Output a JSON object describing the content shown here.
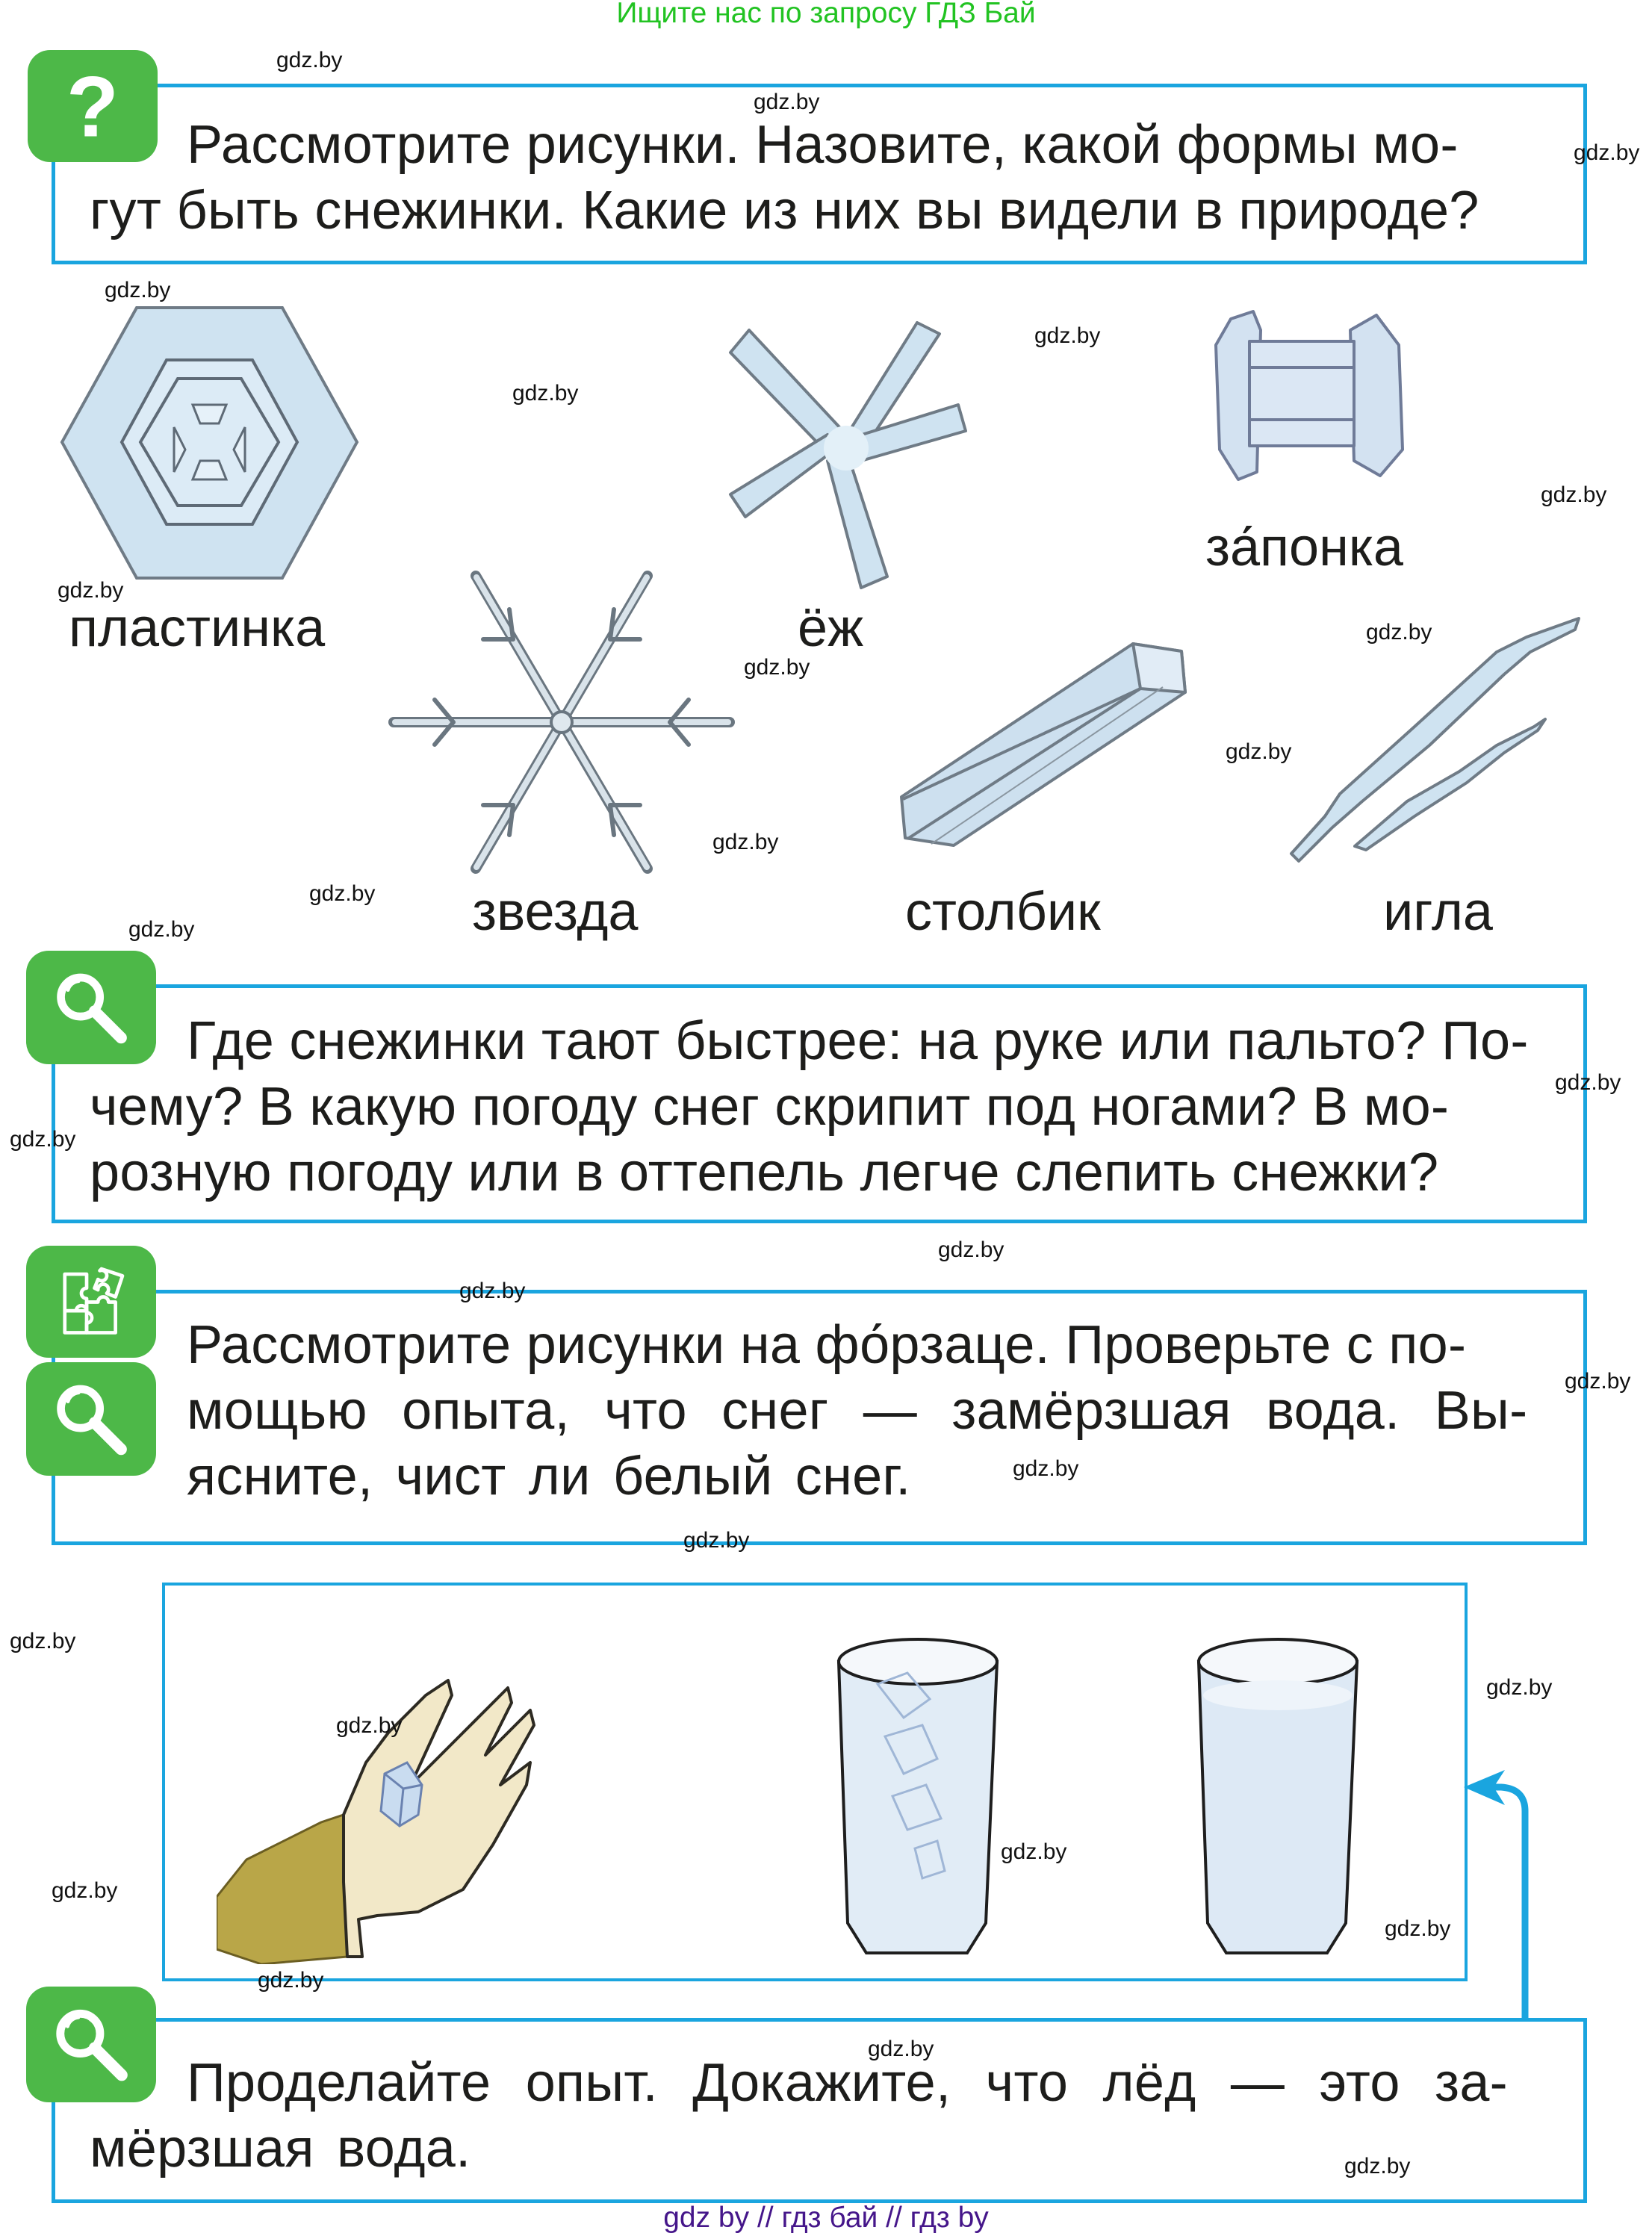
{
  "header": {
    "note": "Ищите нас по запросу ГДЗ Бай"
  },
  "footer": {
    "note": "gdz by  //  гдз бай  //  гдз by"
  },
  "tasks": [
    {
      "icon": "question-icon",
      "lines": [
        "Рассмотрите рисунки. Назовите, какой формы мо-",
        "гут быть снежинки. Какие из них вы видели в природе?"
      ]
    },
    {
      "icon": "magnifier-icon",
      "lines": [
        "Где снежинки тают быстрее: на руке или пальто? По-",
        "чему? В какую погоду снег скрипит под ногами? В мо-",
        "розную погоду или в оттепель легче слепить снежки?"
      ]
    },
    {
      "icons": [
        "puzzle-icon",
        "magnifier-icon"
      ],
      "lines": [
        "Рассмотрите рисунки на фо́рзаце. Проверьте с по-",
        "мощью опыта, что снег — замёрзшая вода. Вы-",
        "ясните, чист ли белый снег."
      ]
    },
    {
      "icon": "magnifier-icon",
      "lines": [
        "Проделайте опыт. Докажите, что лёд — это за-",
        "мёрзшая вода."
      ]
    }
  ],
  "snowflakes": [
    {
      "shape": "plate",
      "label": "пластинка"
    },
    {
      "shape": "hedgehog",
      "label": "ёж"
    },
    {
      "shape": "cufflink",
      "label": "за́понка"
    },
    {
      "shape": "star",
      "label": "звезда"
    },
    {
      "shape": "column",
      "label": "столбик"
    },
    {
      "shape": "needle",
      "label": "игла"
    }
  ],
  "experiment_pictures": [
    "hand-with-ice-cube",
    "glass-with-ice",
    "glass-with-water"
  ],
  "watermark": "gdz.by",
  "colors": {
    "box_border": "#1aa5df",
    "icon_green": "#4db848",
    "header_green": "#22c322",
    "footer_purple": "#45168a",
    "ice_blue": "#cfe3f1"
  }
}
